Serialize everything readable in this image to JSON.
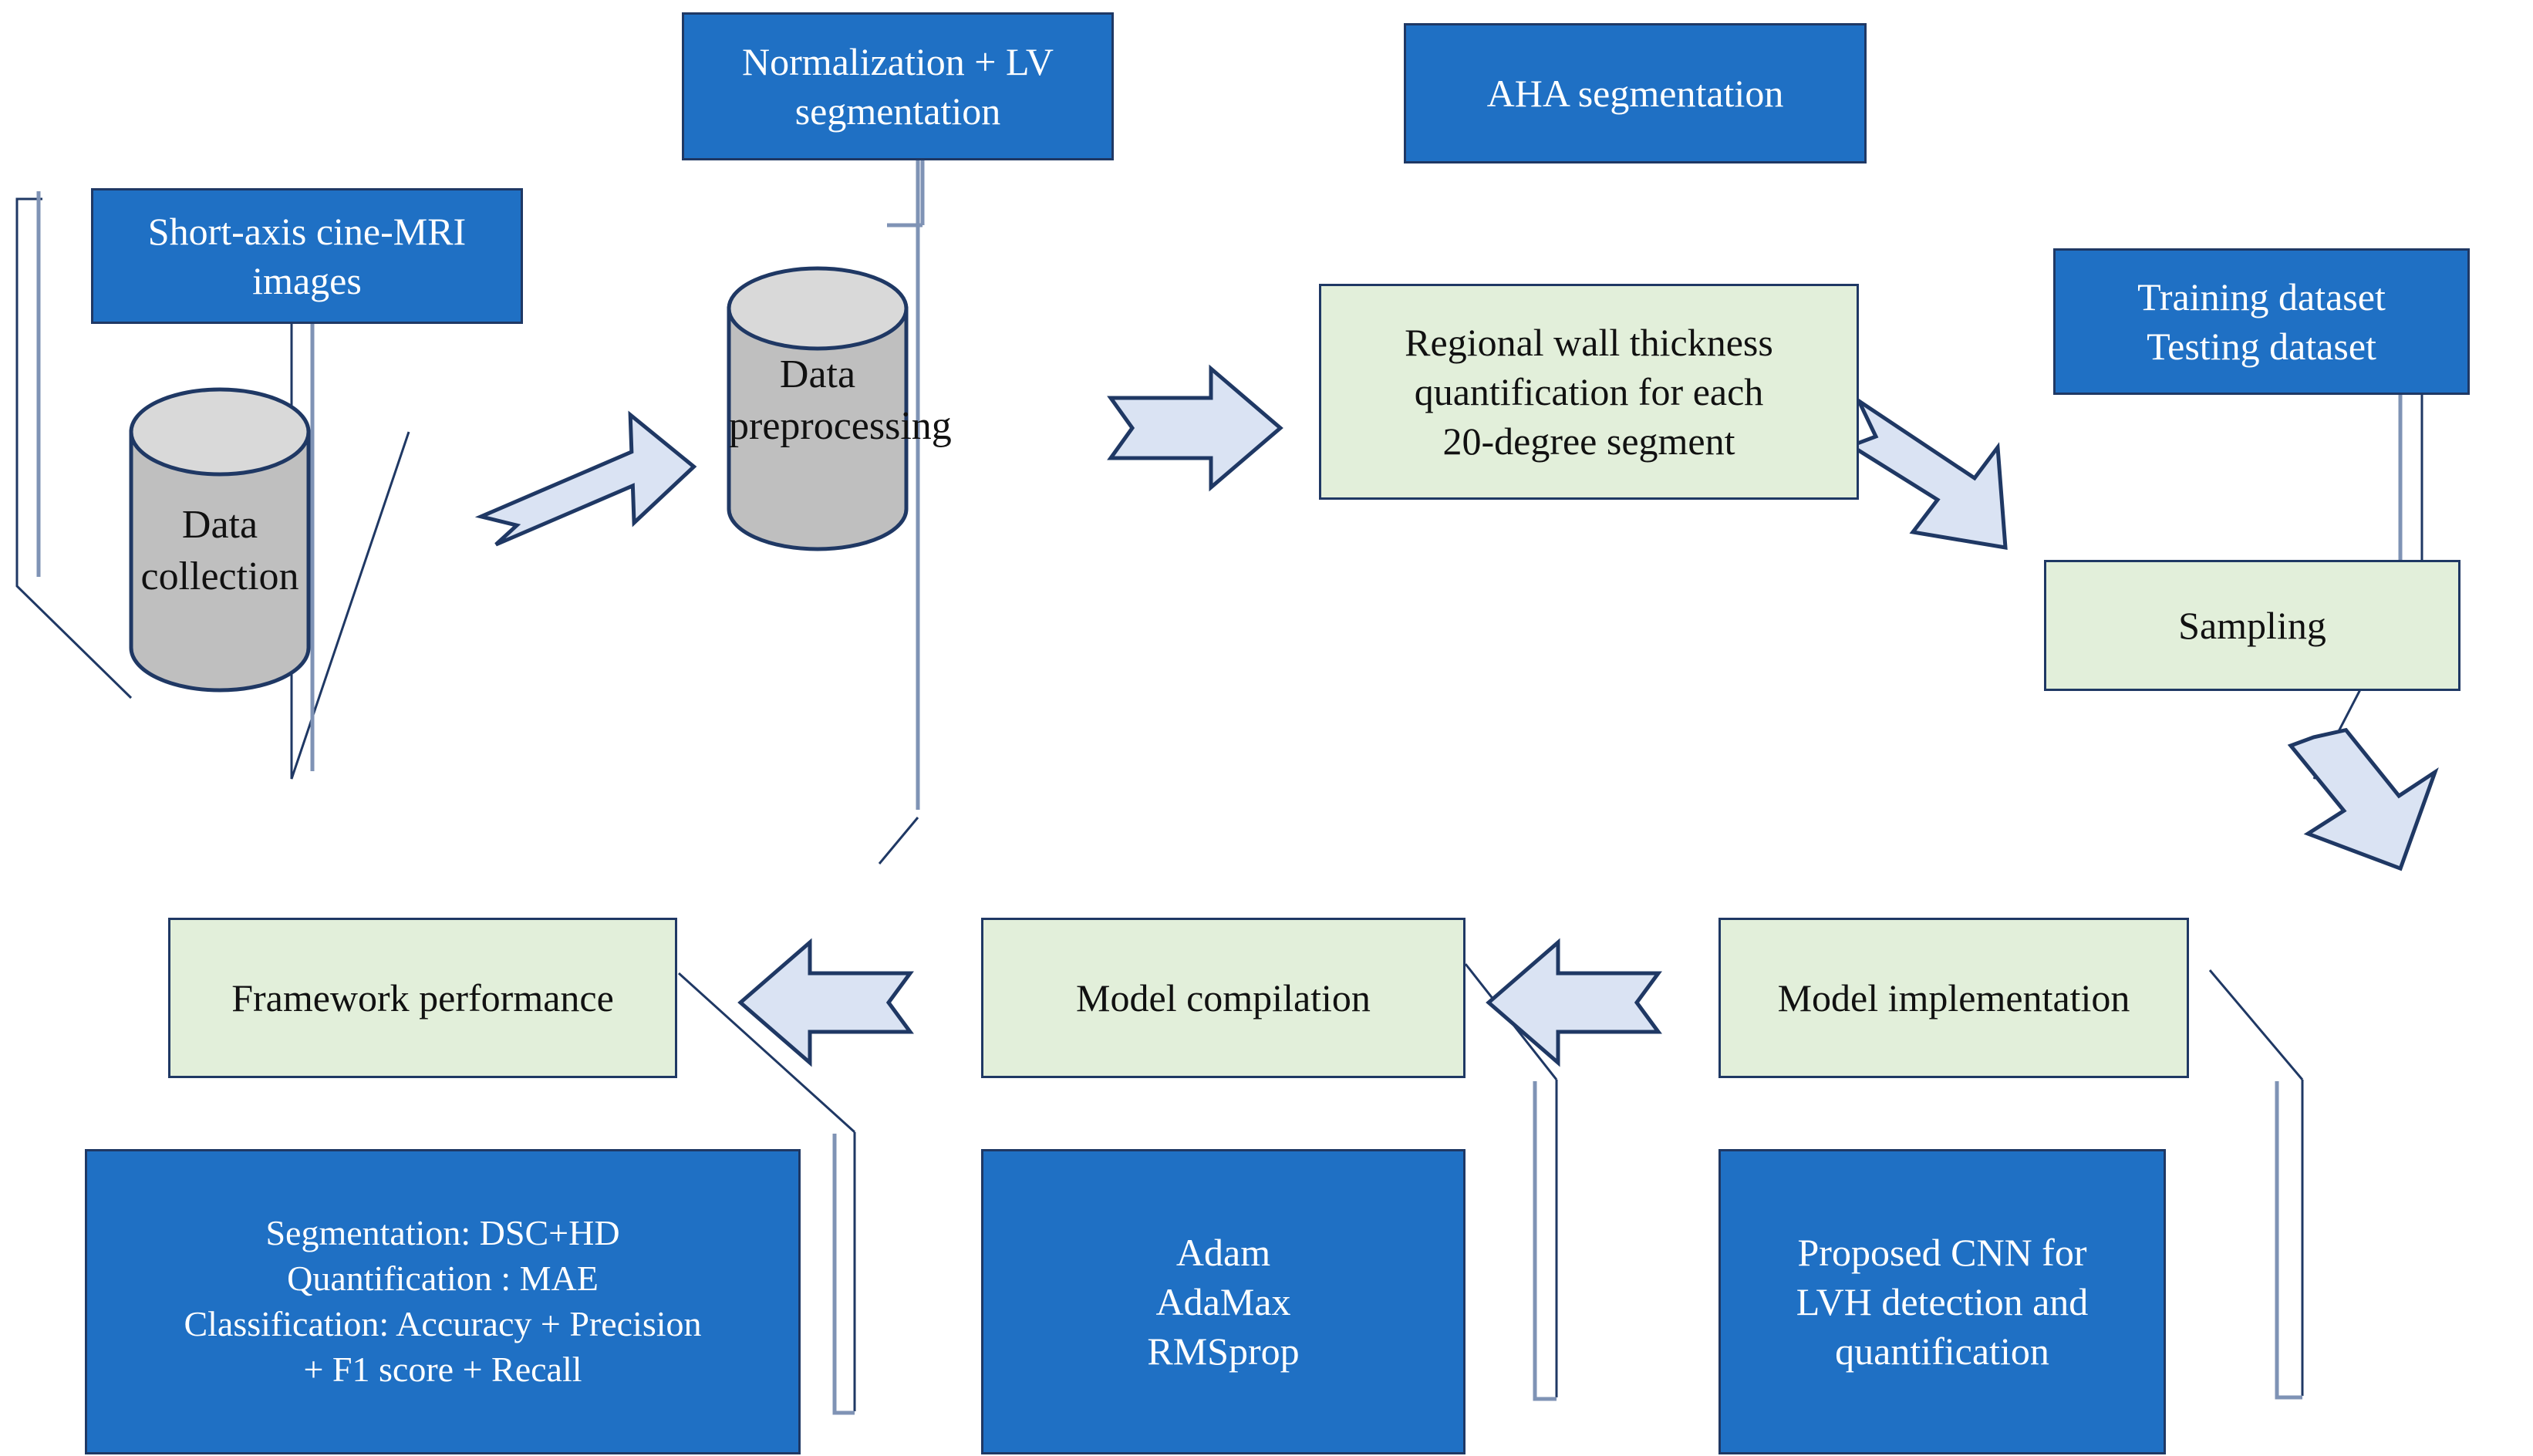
{
  "figure": {
    "title": "LVH detection and quantification framework flowchart",
    "type": "flowchart"
  },
  "colors": {
    "blue_fill": "#1f70c4",
    "green_fill": "#e2efda",
    "cylinder_fill": "#bfbfbf",
    "cylinder_top": "#d9d9d9",
    "arrow_fill": "#dae3f3",
    "outline": "#1f3864",
    "blue_text": "#ffffff",
    "dark_text": "#111111"
  },
  "nodes": {
    "short_axis_images": {
      "line1": "Short-axis cine-MRI",
      "line2": "images"
    },
    "data_collection": {
      "label": "Data collection"
    },
    "normalization_lv": {
      "line1": "Normalization + LV",
      "line2": "segmentation"
    },
    "data_preprocessing": {
      "line1": "Data",
      "line2": "preprocessing"
    },
    "aha_segmentation": {
      "label": "AHA segmentation"
    },
    "regional_wall_thickness": {
      "line1": "Regional wall thickness",
      "line2": "quantification for each",
      "line3": "20-degree segment"
    },
    "training_testing": {
      "line1": "Training  dataset",
      "line2": "Testing dataset"
    },
    "sampling": {
      "label": "Sampling"
    },
    "model_implementation": {
      "label": "Model implementation"
    },
    "proposed_cnn": {
      "line1": "Proposed CNN for",
      "line2": "LVH detection and",
      "line3": "quantification"
    },
    "model_compilation": {
      "label": "Model compilation"
    },
    "optimizers": {
      "line1": "Adam",
      "line2": "AdaMax",
      "line3": "RMSprop"
    },
    "framework_performance": {
      "label": "Framework performance"
    },
    "metrics": {
      "line1": "Segmentation: DSC+HD",
      "line2": "Quantification : MAE",
      "line3": "Classification: Accuracy + Precision",
      "line4": "+ F1 score + Recall"
    }
  },
  "connectors": [
    {
      "name": "data-collection-to-preprocessing",
      "kind": "arrow",
      "direction": "up-right"
    },
    {
      "name": "preprocessing-to-wall-thickness",
      "kind": "arrow",
      "direction": "right"
    },
    {
      "name": "wall-thickness-to-sampling",
      "kind": "arrow",
      "direction": "down-right"
    },
    {
      "name": "sampling-to-model-implementation",
      "kind": "arrow",
      "direction": "down-left"
    },
    {
      "name": "model-implementation-to-compilation",
      "kind": "arrow",
      "direction": "left"
    },
    {
      "name": "compilation-to-framework-performance",
      "kind": "arrow",
      "direction": "left"
    },
    {
      "name": "callout-short-axis-to-data-collection",
      "kind": "callout-bracket"
    },
    {
      "name": "callout-normalization-to-preprocessing",
      "kind": "callout-bracket"
    },
    {
      "name": "callout-aha-to-wall-thickness",
      "kind": "callout-bracket"
    },
    {
      "name": "callout-training-testing-to-sampling",
      "kind": "callout-bracket"
    },
    {
      "name": "callout-proposed-cnn-to-model-implementation",
      "kind": "callout-bracket"
    },
    {
      "name": "callout-optimizers-to-model-compilation",
      "kind": "callout-bracket"
    },
    {
      "name": "callout-metrics-to-framework-performance",
      "kind": "callout-bracket"
    }
  ]
}
